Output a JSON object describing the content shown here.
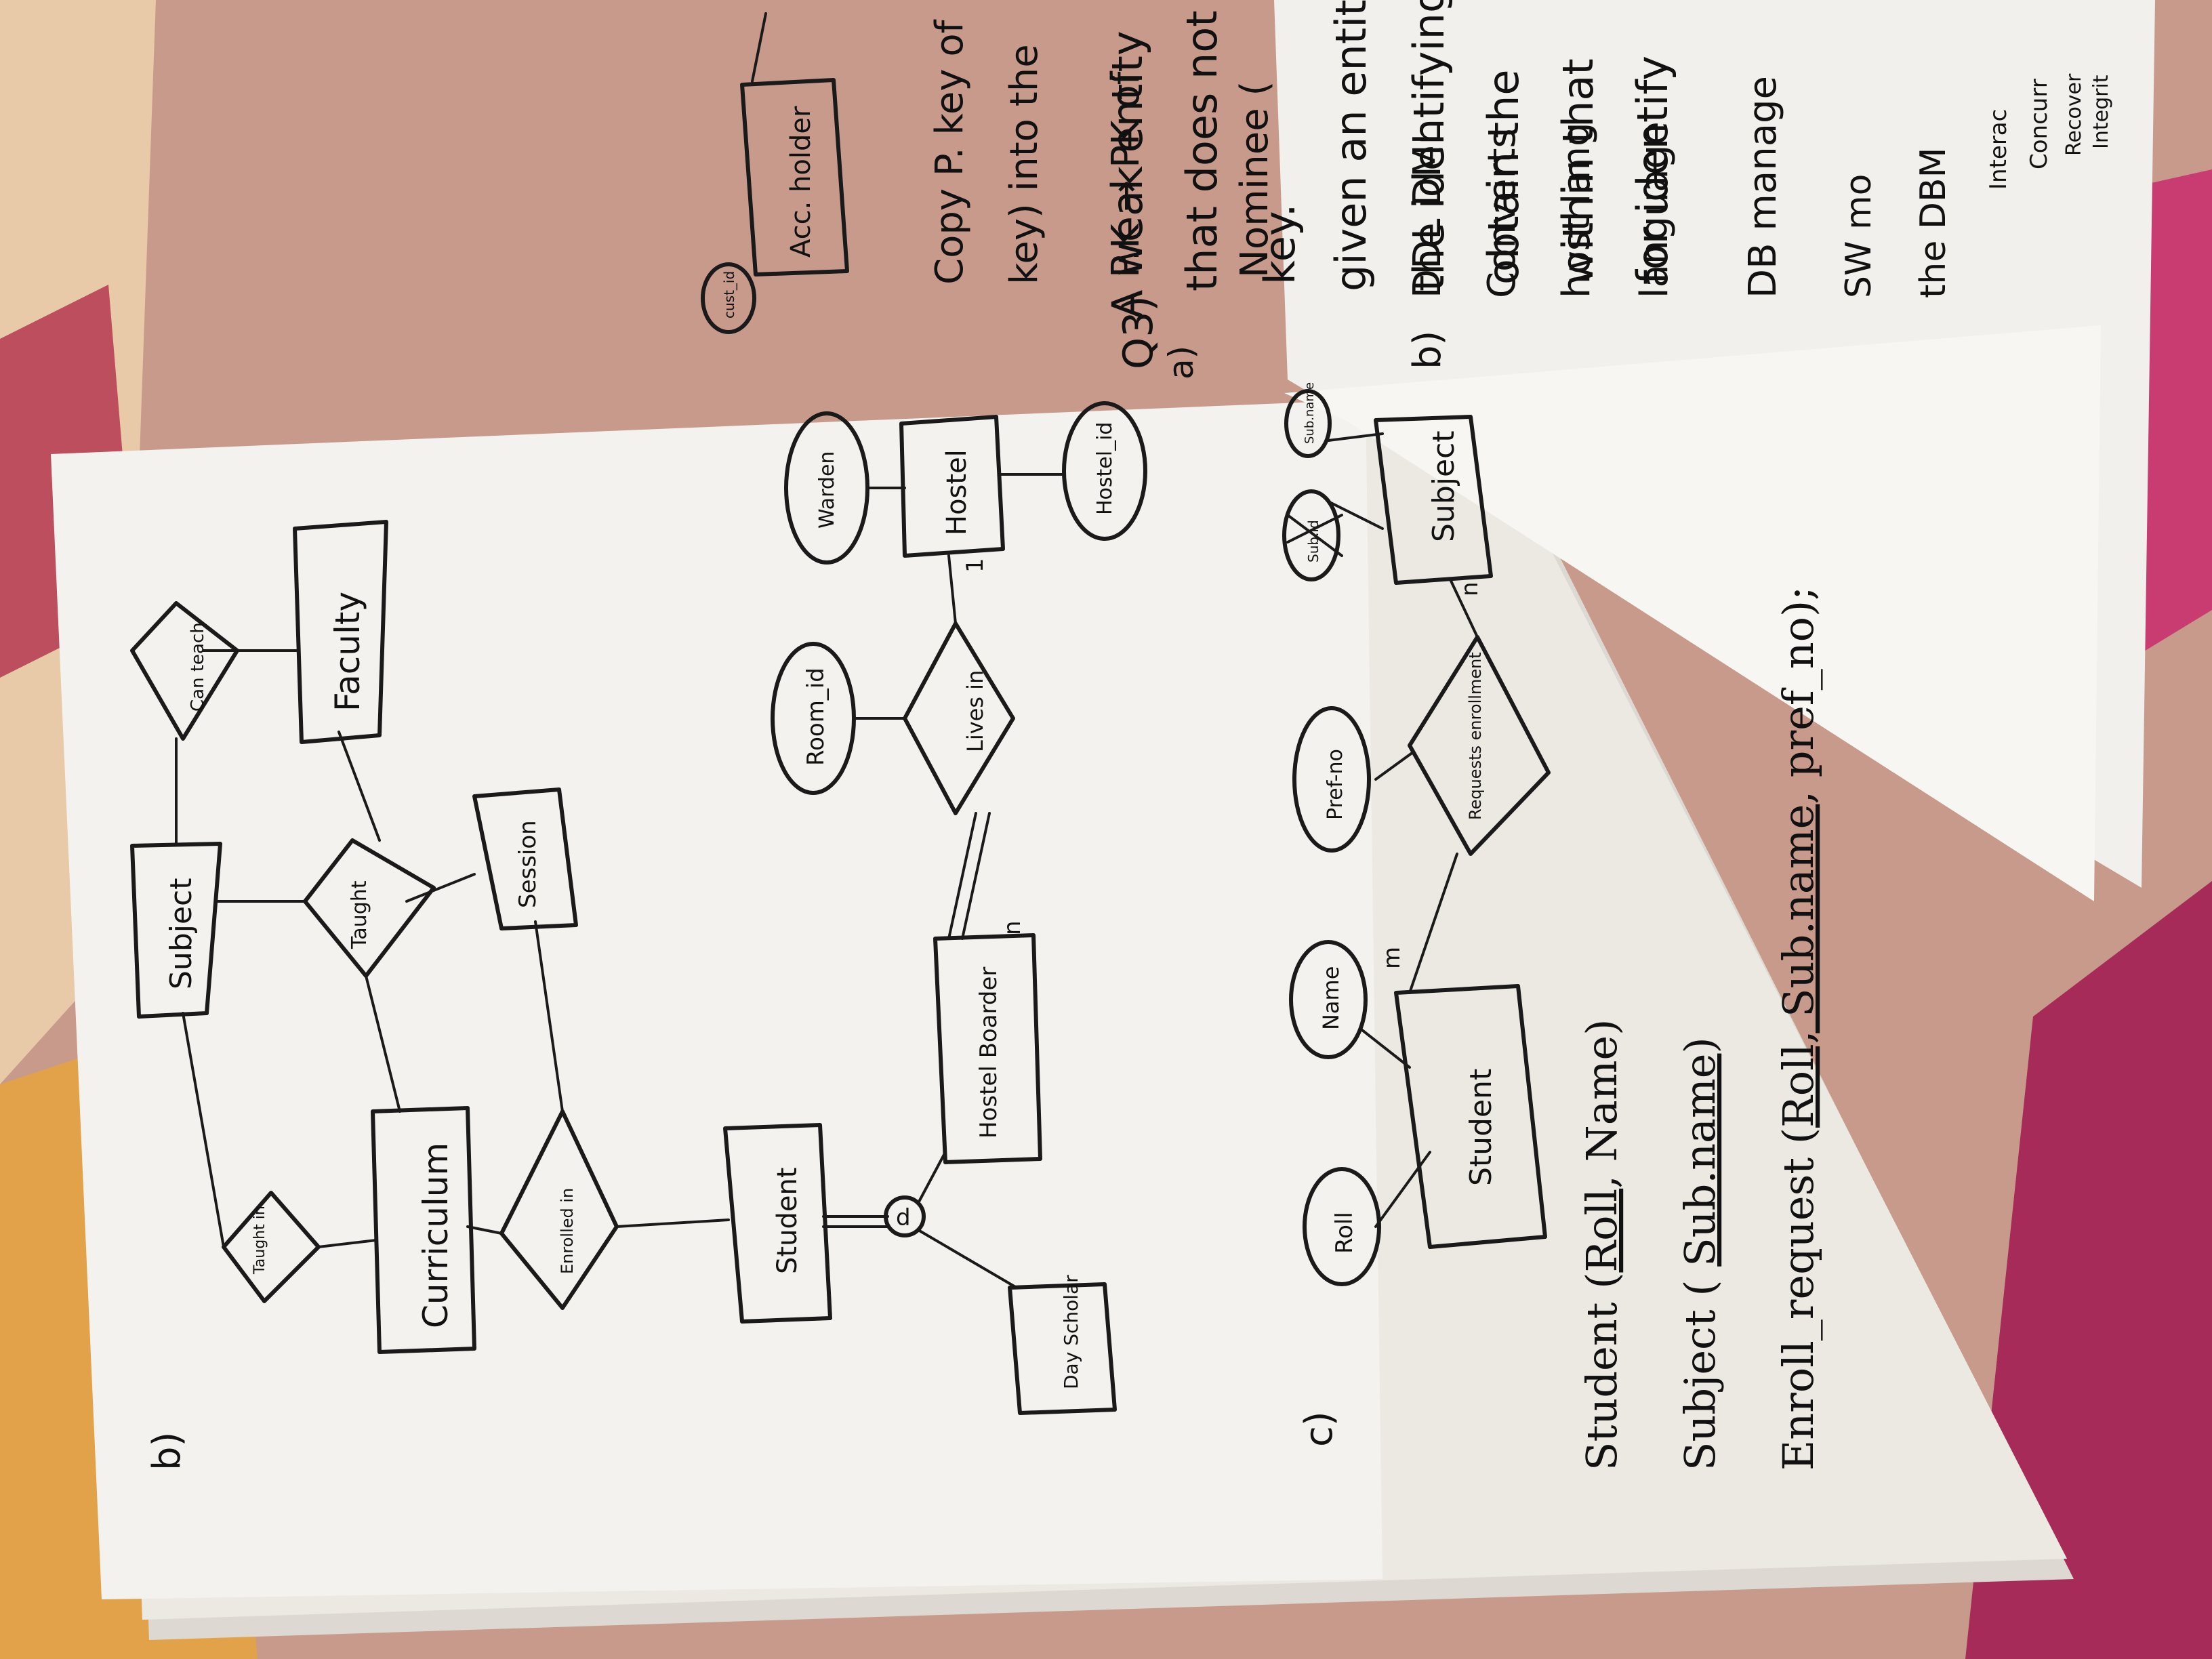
{
  "image_description_labels": {
    "left_page": {
      "part_b_label": "b)",
      "diagram_1": {
        "entities": {
          "subject": "Subject",
          "faculty": "Faculty",
          "session": "Session",
          "curriculum": "Curriculum",
          "student": "Student",
          "hostel_boarder": "Hostel Boarder",
          "day_scholar": "Day Scholar",
          "hostel": "Hostel"
        },
        "relationships": {
          "can_teach": "Can teach",
          "taught": "Taught",
          "taught_in": "Taught in",
          "enrolled_in": "Enrolled in",
          "lives_in": "Lives in"
        },
        "attributes": {
          "room_id": "Room_id",
          "warden": "Warden",
          "hostel_id": "Hostel_id"
        },
        "markers": {
          "disjoint": "d",
          "many": "n",
          "one": "1"
        }
      },
      "part_c_label": "c)",
      "diagram_2": {
        "entities": {
          "student": "Student",
          "subject": "Subject"
        },
        "relationship": "Requests enrollment",
        "attributes": {
          "roll": "Roll",
          "name": "Name",
          "pref_no": "Pref-no",
          "sub_name": "Sub.name",
          "sub_name_struck": "Sub.id"
        },
        "cardinality": {
          "student_side": "m",
          "subject_side": "n"
        }
      },
      "schemas": [
        {
          "prefix": "Student (",
          "key": "Roll",
          "rest": ", Name)"
        },
        {
          "prefix": "Subject ( ",
          "key": "Sub.name",
          "rest": ")"
        },
        {
          "prefix": "Enroll_request (",
          "key": "Roll, Sub.name",
          "rest": ", pref_no);"
        }
      ]
    },
    "right_page": {
      "question_label": "Q3)",
      "part_a_label": "a)",
      "part_b_label": "b)",
      "lines": [
        "A weak entity",
        "that does not",
        "key.",
        "given an entity",
        "the identifying",
        "obtain the",
        "within that",
        "for identify"
      ],
      "diagram": {
        "acc_holder": "Acc. holder",
        "attr": "cust_id"
      },
      "notes": [
        "Copy P. key of",
        "key) into the",
        "P.K → PK of",
        "Nominee ("
      ],
      "part_b_lines": [
        "DDL DML",
        "Converts",
        "host lang",
        "language"
      ],
      "dbm_line": "DB manage",
      "sw_line": "SW mo",
      "dbms_line": "the DBM",
      "bullets": [
        "Interac",
        "Concurr",
        "Recover",
        "Integrit"
      ]
    }
  }
}
